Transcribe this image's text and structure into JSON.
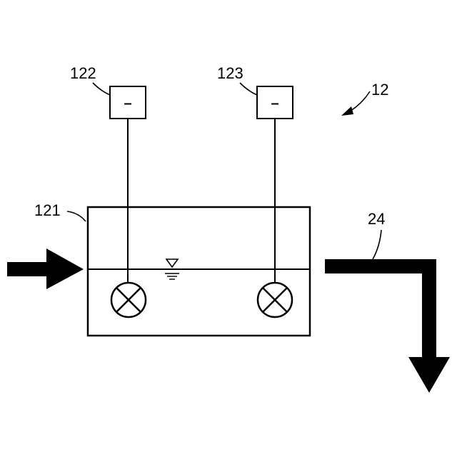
{
  "figure": {
    "reference_numerals": {
      "device": "12",
      "tank": "121",
      "meter_left": "122",
      "meter_right": "123",
      "outlet_pipe": "24"
    },
    "meter_display_left": "–",
    "meter_display_right": "–",
    "colors": {
      "line": "#000000",
      "background": "#ffffff"
    },
    "icons": {
      "water_level_mark": "water-surface-triangle-icon",
      "sensor_symbol": "circle-x-sensor-icon",
      "inlet": "inlet-arrow-icon",
      "outlet": "outlet-arrow-icon"
    }
  }
}
